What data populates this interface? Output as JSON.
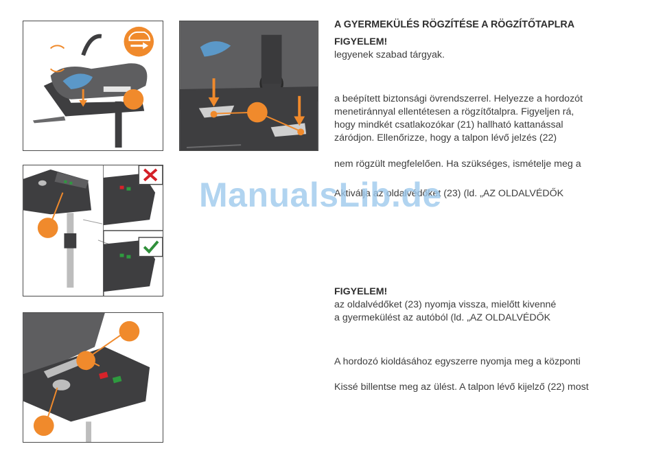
{
  "text": {
    "heading": "A GYERMEKÜLÉS RÖGZÍTÉSE A RÖGZÍTŐTAPLRA",
    "warning1_title": "FIGYELEM!",
    "warning1_line1": "legyenek szabad tárgyak.",
    "para1_line1": "a beépített biztonsági övrendszerrel. Helyezze a hordozót",
    "para1_line2": "menetiránnyal ellentétesen a rögzítőtalpra. Figyeljen rá,",
    "para1_line3": "hogy mindkét csatlakozókar (21) hallható kattanással",
    "para1_line4": "záródjon. Ellenőrizze, hogy a talpon lévő jelzés (22)",
    "para2_line1": "nem rögzült megfelelően. Ha szükséges, ismételje meg a",
    "para3_line1": "Aktiválja az oldalvédőket (23) (ld. „AZ OLDALVÉDŐK",
    "warning2_title": "FIGYELEM!",
    "warning2_line1": "az oldalvédőket (23) nyomja vissza, mielőtt kivenné",
    "warning2_line2": "a gyermekülést az autóból (ld. „AZ OLDALVÉDŐK",
    "para4_line1": "A hordozó kioldásához egyszerre nyomja meg a központi",
    "para5_line1": "Kissé billentse meg az ülést. A talpon lévő kijelző (22) most"
  },
  "watermark": "ManualsLib.de",
  "colors": {
    "accent_orange": "#f08a2c",
    "dark_gray": "#3e3e40",
    "mid_gray": "#6a6a6c",
    "blue_insert": "#5b98c8",
    "indicator_red": "#d6232a",
    "indicator_green": "#2e9a3f",
    "check_green": "#2f8f3a",
    "cross_red": "#d42027"
  },
  "icons": {
    "rear_facing": "car-rear-facing-icon",
    "wrong": "cross-icon",
    "correct": "check-icon"
  }
}
